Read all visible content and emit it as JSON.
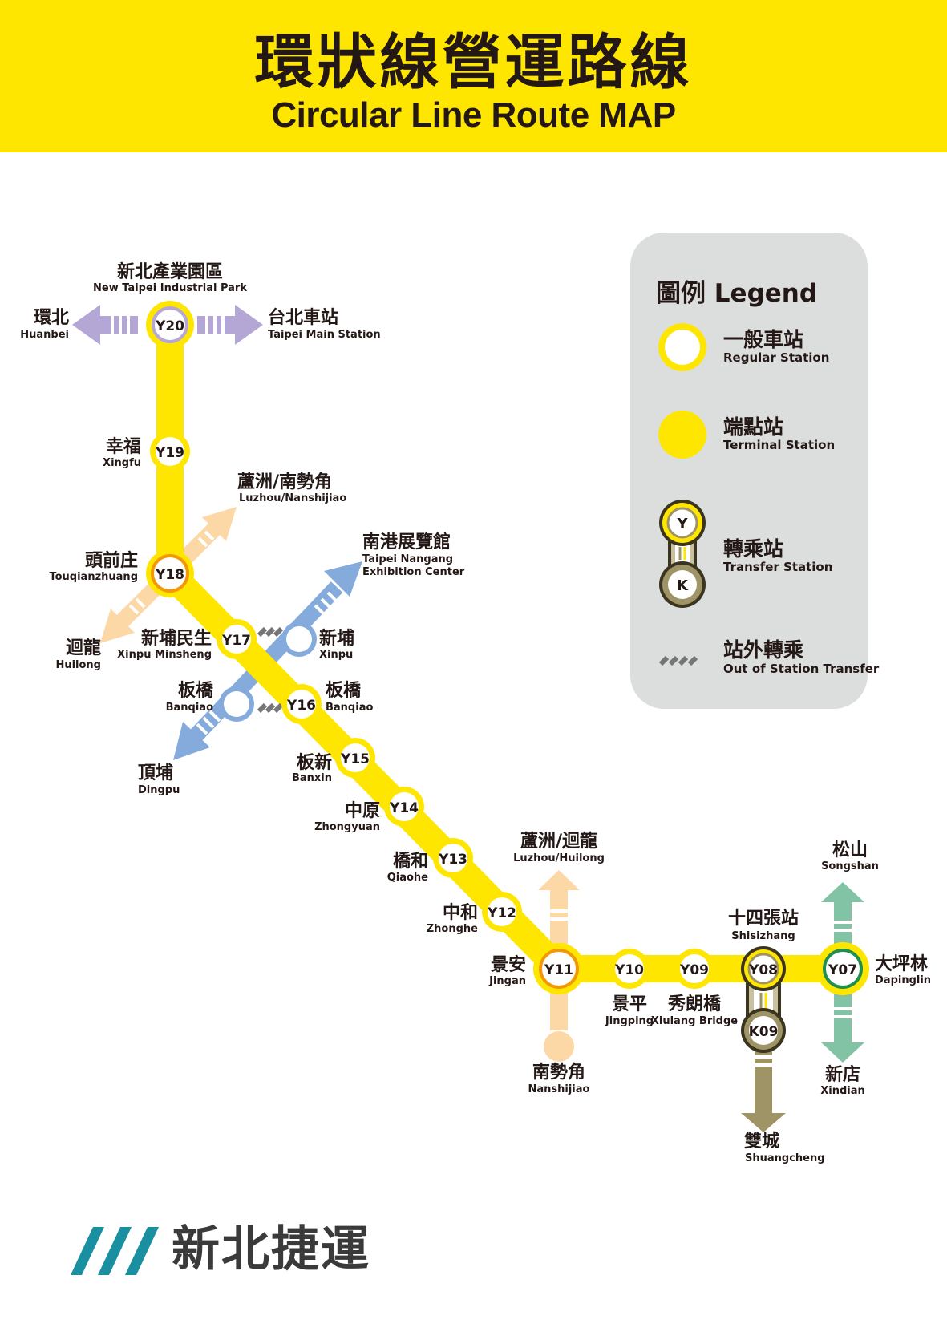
{
  "title": {
    "zh": "環狀線營運路線",
    "en": "Circular Line Route MAP"
  },
  "legend": {
    "title": "圖例  Legend",
    "regular": {
      "zh": "一般車站",
      "en": "Regular Station"
    },
    "terminal": {
      "zh": "端點站",
      "en": "Terminal Station"
    },
    "transfer": {
      "zh": "轉乘站",
      "en": "Transfer Station",
      "code_top": "Y",
      "code_bottom": "K"
    },
    "out_transfer": {
      "zh": "站外轉乘",
      "en": "Out of Station Transfer"
    }
  },
  "logo": {
    "text": "新北捷運",
    "icon": "three-slash-logo-icon"
  },
  "colors": {
    "yellow_line": "#ffe600",
    "purple_line": "#b5a7d5",
    "blue_line": "#85abdd",
    "peach_line": "#fcd8a6",
    "green_line": "#82c2a5",
    "olive_line": "#9e9466",
    "terminal_ring": "#ffe600",
    "transfer_ring_orange": "#f39800",
    "transfer_ring_green": "#1f8f4e",
    "transfer_ring_olive": "#5b512e"
  },
  "stations": {
    "Y20": {
      "code": "Y20",
      "zh": "新北產業園區",
      "en": "New Taipei Industrial Park"
    },
    "Y19": {
      "code": "Y19",
      "zh": "幸福",
      "en": "Xingfu"
    },
    "Y18": {
      "code": "Y18",
      "zh": "頭前庄",
      "en": "Touqianzhuang"
    },
    "Y17": {
      "code": "Y17",
      "zh": "新埔民生",
      "en": "Xinpu Minsheng"
    },
    "Y16": {
      "code": "Y16",
      "zh": "板橋",
      "en": "Banqiao"
    },
    "Y15": {
      "code": "Y15",
      "zh": "板新",
      "en": "Banxin"
    },
    "Y14": {
      "code": "Y14",
      "zh": "中原",
      "en": "Zhongyuan"
    },
    "Y13": {
      "code": "Y13",
      "zh": "橋和",
      "en": "Qiaohe"
    },
    "Y12": {
      "code": "Y12",
      "zh": "中和",
      "en": "Zhonghe"
    },
    "Y11": {
      "code": "Y11",
      "zh": "景安",
      "en": "Jingan"
    },
    "Y10": {
      "code": "Y10",
      "zh": "景平",
      "en": "Jingping"
    },
    "Y09": {
      "code": "Y09",
      "zh": "秀朗橋",
      "en": "Xiulang Bridge"
    },
    "Y08": {
      "code": "Y08",
      "zh": "十四張站",
      "en": "Shisizhang"
    },
    "K09": {
      "code": "K09"
    },
    "Y07": {
      "code": "Y07",
      "zh": "大坪林",
      "en": "Dapinglin"
    },
    "xinpu": {
      "zh": "新埔",
      "en": "Xinpu"
    },
    "banqiao_blue": {
      "zh": "板橋",
      "en": "Banqiao"
    }
  },
  "destinations": {
    "huanbei": {
      "zh": "環北",
      "en": "Huanbei"
    },
    "taipei_main": {
      "zh": "台北車站",
      "en": "Taipei Main Station"
    },
    "luzhou_nanshijiao": {
      "zh": "蘆洲/南勢角",
      "en": "Luzhou/Nanshijiao"
    },
    "huilong": {
      "zh": "迴龍",
      "en": "Huilong"
    },
    "nangang": {
      "zh": "南港展覽館",
      "en1": "Taipei Nangang",
      "en2": "Exhibition Center"
    },
    "dingpu": {
      "zh": "頂埔",
      "en": "Dingpu"
    },
    "luzhou_huilong": {
      "zh": "蘆洲/迴龍",
      "en": "Luzhou/Huilong"
    },
    "nanshijiao": {
      "zh": "南勢角",
      "en": "Nanshijiao"
    },
    "songshan": {
      "zh": "松山",
      "en": "Songshan"
    },
    "xindian": {
      "zh": "新店",
      "en": "Xindian"
    },
    "shuangcheng": {
      "zh": "雙城",
      "en": "Shuangcheng"
    }
  }
}
